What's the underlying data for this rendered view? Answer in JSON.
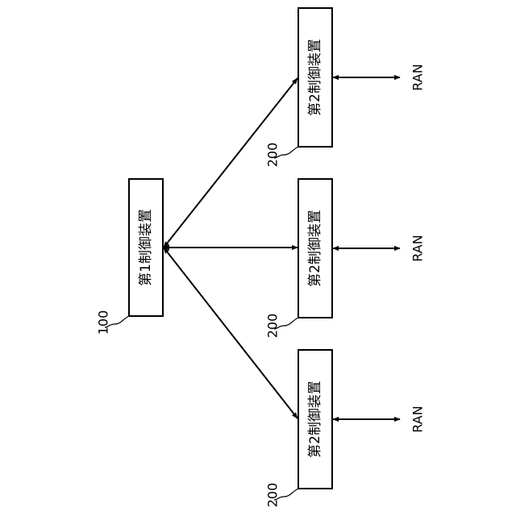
{
  "first_controller": {
    "label": "第1制御装置",
    "ref": "100"
  },
  "second_controllers": [
    {
      "label": "第2制御装置",
      "ref": "200",
      "network": "RAN"
    },
    {
      "label": "第2制御装置",
      "ref": "200",
      "network": "RAN"
    },
    {
      "label": "第2制御装置",
      "ref": "200",
      "network": "RAN"
    }
  ]
}
